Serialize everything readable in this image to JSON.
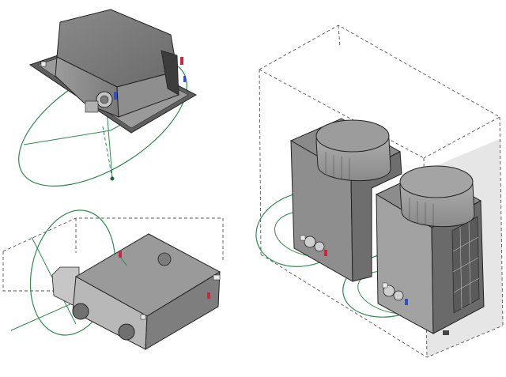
{
  "figure": {
    "background": "#ffffff",
    "colors": {
      "body_dark": "#6d6d6d",
      "body_mid": "#8c8c8c",
      "body_light": "#b4b4b4",
      "body_lighter": "#d0d0d0",
      "edge": "#2a2a2a",
      "green": "#2f8a4e",
      "dash": "#555555",
      "panel_shade": "#e6e6e6",
      "marker_red": "#c8283c",
      "marker_blue": "#3050c0"
    },
    "objects": [
      {
        "id": "ceiling-cassette-unit",
        "icon": "ceiling-cassette-icon"
      },
      {
        "id": "ducted-unit",
        "icon": "ducted-unit-icon"
      },
      {
        "id": "outdoor-condensing-units",
        "icon": "condenser-icon"
      }
    ]
  }
}
